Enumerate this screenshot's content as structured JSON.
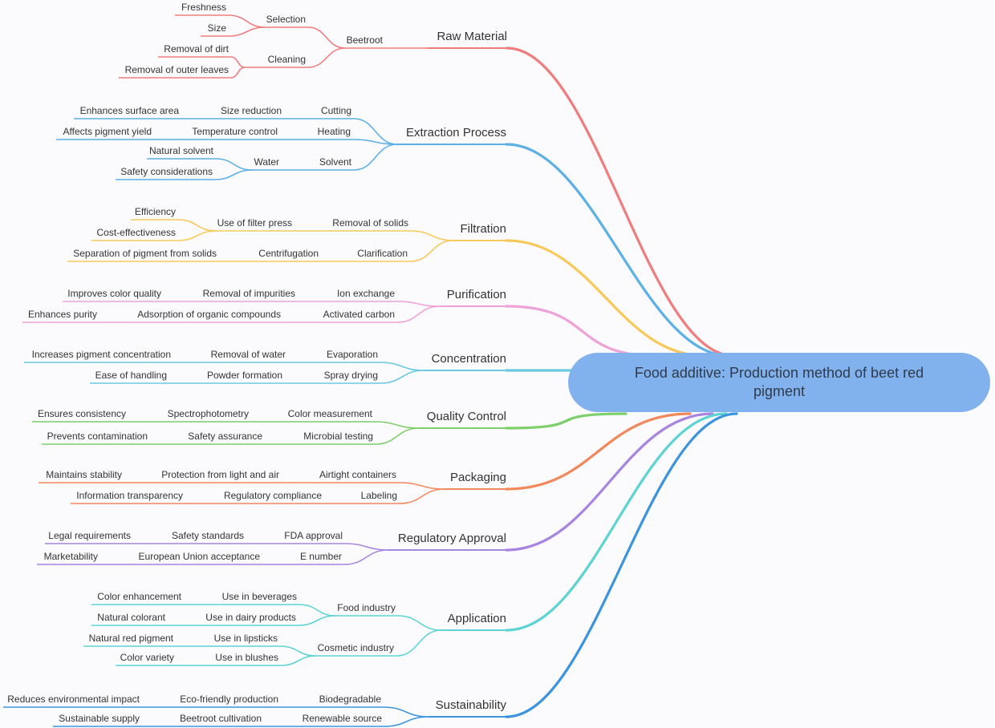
{
  "root": {
    "label": "Food additive: Production method of beet red pigment"
  },
  "branches": [
    {
      "label": "Raw Material",
      "color": "#f07d7d",
      "children": [
        {
          "label": "Beetroot",
          "children": [
            {
              "label": "Selection",
              "children": [
                {
                  "label": "Freshness"
                },
                {
                  "label": "Size"
                }
              ]
            },
            {
              "label": "Cleaning",
              "children": [
                {
                  "label": "Removal of dirt"
                },
                {
                  "label": "Removal of outer leaves"
                }
              ]
            }
          ]
        }
      ]
    },
    {
      "label": "Extraction Process",
      "color": "#5cb0e6",
      "children": [
        {
          "label": "Cutting",
          "children": [
            {
              "label": "Size reduction",
              "children": [
                {
                  "label": "Enhances surface area"
                }
              ]
            }
          ]
        },
        {
          "label": "Heating",
          "children": [
            {
              "label": "Temperature control",
              "children": [
                {
                  "label": "Affects pigment yield"
                }
              ]
            }
          ]
        },
        {
          "label": "Solvent",
          "children": [
            {
              "label": "Water",
              "children": [
                {
                  "label": "Natural solvent"
                },
                {
                  "label": "Safety considerations"
                }
              ]
            }
          ]
        }
      ]
    },
    {
      "label": "Filtration",
      "color": "#f7c95a",
      "children": [
        {
          "label": "Removal of solids",
          "children": [
            {
              "label": "Use of filter press",
              "children": [
                {
                  "label": "Efficiency"
                },
                {
                  "label": "Cost-effectiveness"
                }
              ]
            }
          ]
        },
        {
          "label": "Clarification",
          "children": [
            {
              "label": "Centrifugation",
              "children": [
                {
                  "label": "Separation of pigment from solids"
                }
              ]
            }
          ]
        }
      ]
    },
    {
      "label": "Purification",
      "color": "#eea2d8",
      "children": [
        {
          "label": "Ion exchange",
          "children": [
            {
              "label": "Removal of impurities",
              "children": [
                {
                  "label": "Improves color quality"
                }
              ]
            }
          ]
        },
        {
          "label": "Activated carbon",
          "children": [
            {
              "label": "Adsorption of organic compounds",
              "children": [
                {
                  "label": "Enhances purity"
                }
              ]
            }
          ]
        }
      ]
    },
    {
      "label": "Concentration",
      "color": "#6ac9e0",
      "children": [
        {
          "label": "Evaporation",
          "children": [
            {
              "label": "Removal of water",
              "children": [
                {
                  "label": "Increases pigment concentration"
                }
              ]
            }
          ]
        },
        {
          "label": "Spray drying",
          "children": [
            {
              "label": "Powder formation",
              "children": [
                {
                  "label": "Ease of handling"
                }
              ]
            }
          ]
        }
      ]
    },
    {
      "label": "Quality Control",
      "color": "#7ccf6a",
      "children": [
        {
          "label": "Color measurement",
          "children": [
            {
              "label": "Spectrophotometry",
              "children": [
                {
                  "label": "Ensures consistency"
                }
              ]
            }
          ]
        },
        {
          "label": "Microbial testing",
          "children": [
            {
              "label": "Safety assurance",
              "children": [
                {
                  "label": "Prevents contamination"
                }
              ]
            }
          ]
        }
      ]
    },
    {
      "label": "Packaging",
      "color": "#f2885a",
      "children": [
        {
          "label": "Airtight containers",
          "children": [
            {
              "label": "Protection from light and air",
              "children": [
                {
                  "label": "Maintains stability"
                }
              ]
            }
          ]
        },
        {
          "label": "Labeling",
          "children": [
            {
              "label": "Regulatory compliance",
              "children": [
                {
                  "label": "Information transparency"
                }
              ]
            }
          ]
        }
      ]
    },
    {
      "label": "Regulatory Approval",
      "color": "#a684e0",
      "children": [
        {
          "label": "FDA approval",
          "children": [
            {
              "label": "Safety standards",
              "children": [
                {
                  "label": "Legal requirements"
                }
              ]
            }
          ]
        },
        {
          "label": "E number",
          "children": [
            {
              "label": "European Union acceptance",
              "children": [
                {
                  "label": "Marketability"
                }
              ]
            }
          ]
        }
      ]
    },
    {
      "label": "Application",
      "color": "#5ed3d3",
      "children": [
        {
          "label": "Food industry",
          "children": [
            {
              "label": "Use in beverages",
              "children": [
                {
                  "label": "Color enhancement"
                }
              ]
            },
            {
              "label": "Use in dairy products",
              "children": [
                {
                  "label": "Natural colorant"
                }
              ]
            }
          ]
        },
        {
          "label": "Cosmetic industry",
          "children": [
            {
              "label": "Use in lipsticks",
              "children": [
                {
                  "label": "Natural red pigment"
                }
              ]
            },
            {
              "label": "Use in blushes",
              "children": [
                {
                  "label": "Color variety"
                }
              ]
            }
          ]
        }
      ]
    },
    {
      "label": "Sustainability",
      "color": "#3b94dd",
      "children": [
        {
          "label": "Biodegradable",
          "children": [
            {
              "label": "Eco-friendly production",
              "children": [
                {
                  "label": "Reduces environmental impact"
                }
              ]
            }
          ]
        },
        {
          "label": "Renewable source",
          "children": [
            {
              "label": "Beetroot cultivation",
              "children": [
                {
                  "label": "Sustainable supply"
                }
              ]
            }
          ]
        }
      ]
    }
  ]
}
